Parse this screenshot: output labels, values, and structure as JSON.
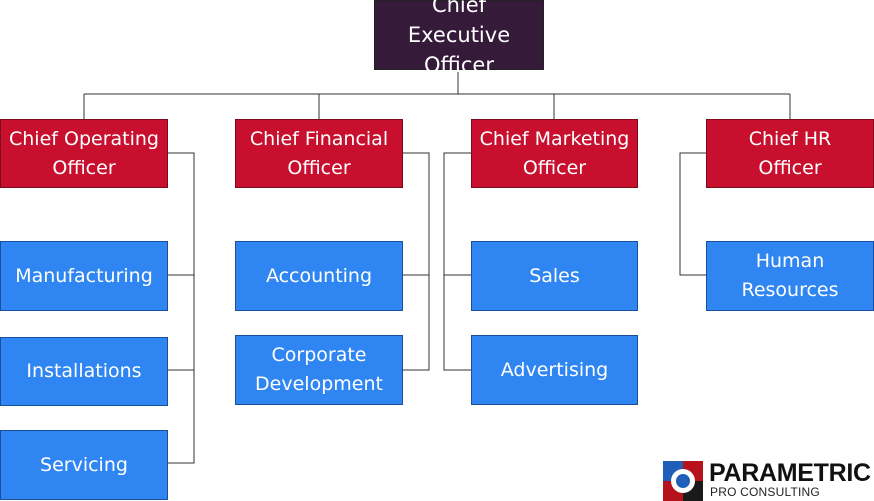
{
  "colors": {
    "ceo": "#351a3a",
    "executive": "#c8102e",
    "department": "#2f86f2",
    "connector": "#333333"
  },
  "ceo": {
    "label": "Chief Executive\nOfficer"
  },
  "executives": [
    {
      "label": "Chief Operating\nOfficer",
      "departments": [
        "Manufacturing",
        "Installations",
        "Servicing"
      ]
    },
    {
      "label": "Chief Financial\nOfficer",
      "departments": [
        "Accounting",
        "Corporate\nDevelopment"
      ]
    },
    {
      "label": "Chief Marketing\nOfficer",
      "departments": [
        "Sales",
        "Advertising"
      ]
    },
    {
      "label": "Chief HR\nOfficer",
      "departments": [
        "Human\nResources"
      ]
    }
  ],
  "logo": {
    "name": "PARAMETRIC",
    "tagline": "PRO CONSULTING"
  }
}
